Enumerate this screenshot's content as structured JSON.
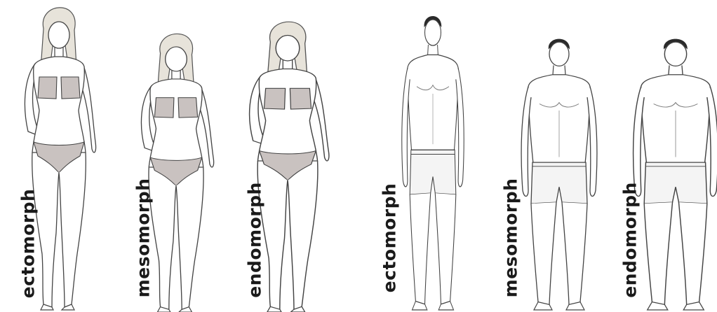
{
  "labels": {
    "women": [
      "ectomorph",
      "mesomorph",
      "endomorph"
    ],
    "men": [
      "ectomorph",
      "mesomorph",
      "endomorph"
    ]
  },
  "colors": {
    "ink": "#1a1a1a",
    "outline": "#444444",
    "skin": "#ffffff",
    "bikini": "#c9c2c0",
    "hair": "#e7e3da",
    "man_hair": "#2a2a2a",
    "shorts": "#f4f4f4"
  }
}
